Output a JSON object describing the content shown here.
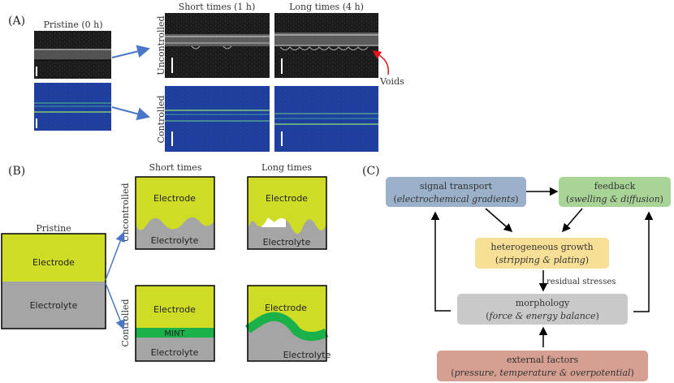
{
  "panel_a": {
    "label": "(A)",
    "pristine_title": "Pristine (0 h)",
    "short_title": "Short times (1 h)",
    "long_title": "Long times (4 h)",
    "row_uncontrolled": "Uncontrolled",
    "row_controlled": "Controlled",
    "voids_label": "Voids",
    "colors": {
      "grayscale_bg": "#1c1c1c",
      "heatmap_bg": "#1f3f9e",
      "heatmap_line": "#7fe07a",
      "arrow": "#4a76c8",
      "voids_arrow": "#e8141c"
    }
  },
  "panel_b": {
    "label": "(B)",
    "pristine_title": "Pristine",
    "short_title": "Short times",
    "long_title": "Long times",
    "row_uncontrolled": "Uncontrolled",
    "row_controlled": "Controlled",
    "electrode": "Electrode",
    "electrolyte": "Electrolyte",
    "mint": "MINT",
    "colors": {
      "electrode": "#cfdc26",
      "electrolyte": "#a5a5a5",
      "mint": "#1ab04a",
      "arrow": "#4a76c8"
    }
  },
  "panel_c": {
    "label": "(C)",
    "nodes": [
      {
        "title": "signal transport",
        "subtitle": "electrochemical gradients",
        "color": "#9bb0c9"
      },
      {
        "title": "feedback",
        "subtitle": "swelling & diffusion",
        "color": "#a9d498"
      },
      {
        "title": "heterogeneous growth",
        "subtitle": "stripping & plating",
        "color": "#f7df95"
      },
      {
        "title": "morphology",
        "subtitle": "force & energy balance",
        "color": "#c8c9c8"
      },
      {
        "title": "external factors",
        "subtitle": "pressure, temperature & overpotential",
        "color": "#d5a092"
      }
    ],
    "edge_label": "residual stresses"
  }
}
